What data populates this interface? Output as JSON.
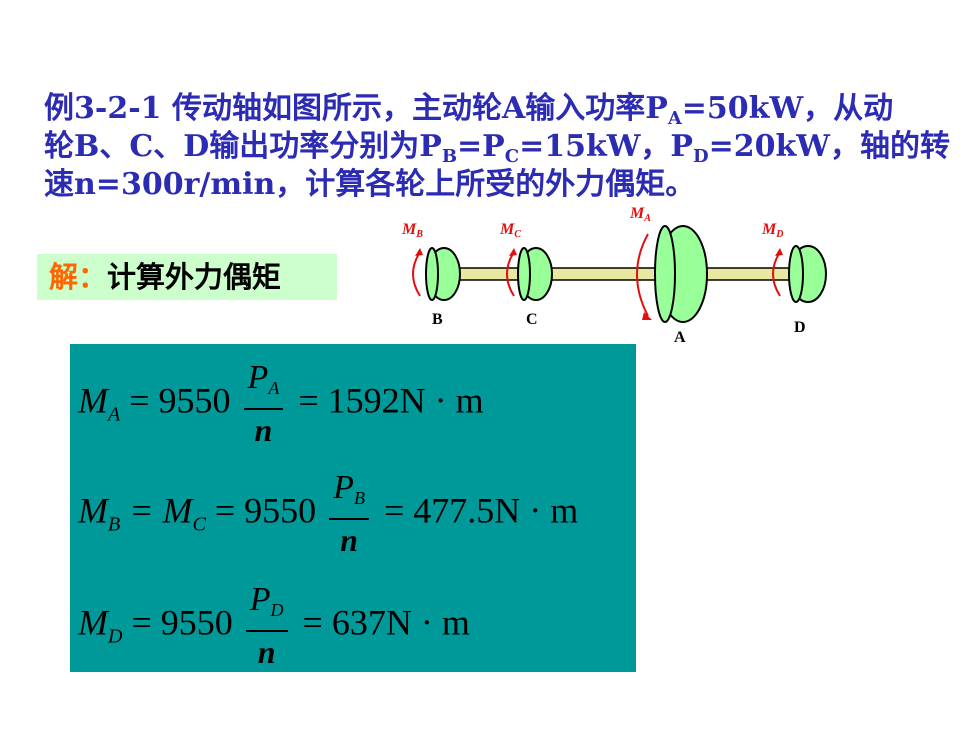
{
  "problem": {
    "line1_prefix": "例3-2-1  传动轴如图所示，主动轮A输入功率P",
    "line1_sub": "A",
    "line1_suffix": "=50kW，从动",
    "line2_a": "轮B、C、D输出功率分别为P",
    "line2_sub1": "B",
    "line2_b": "=P",
    "line2_sub2": "C",
    "line2_c": "=15kW，P",
    "line2_sub3": "D",
    "line2_d": "=20kW，轴的转",
    "line3": "速n=300r/min，计算各轮上所受的外力偶矩。"
  },
  "solution": {
    "label": "解：",
    "text": "计算外力偶矩"
  },
  "diagram": {
    "moment_labels": [
      "M",
      "M",
      "M",
      "M"
    ],
    "moment_subs": [
      "B",
      "C",
      "A",
      "D"
    ],
    "wheel_labels": [
      "B",
      "C",
      "A",
      "D"
    ],
    "colors": {
      "shaft": "#e8e8a0",
      "wheel": "#99ff99",
      "moment": "#e01010"
    }
  },
  "formulas": {
    "eqA": {
      "lhs": "M",
      "lhs_sub": "A",
      "coef": "= 9550",
      "num": "P",
      "num_sub": "A",
      "den": "n",
      "rhs": "= 1592N · m"
    },
    "eqB": {
      "lhs": "M",
      "lhs_sub": "B",
      "mid": "= M",
      "mid_sub": "C",
      "coef": "= 9550",
      "num": "P",
      "num_sub": "B",
      "den": "n",
      "rhs": "= 477.5N · m"
    },
    "eqD": {
      "lhs": "M",
      "lhs_sub": "D",
      "coef": "= 9550",
      "num": "P",
      "num_sub": "D",
      "den": "n",
      "rhs": "= 637N · m"
    }
  }
}
